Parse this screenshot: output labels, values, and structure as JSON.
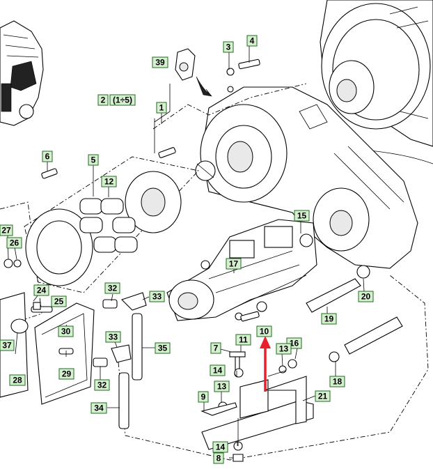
{
  "callouts": {
    "c1": "1",
    "c2": "2",
    "c2_range": "(1÷5)",
    "c3": "3",
    "c4": "4",
    "c5": "5",
    "c6": "6",
    "c7": "7",
    "c8": "8",
    "c9": "9",
    "c10": "10",
    "c11": "11",
    "c12": "12",
    "c13a": "13",
    "c13b": "13",
    "c14a": "14",
    "c14b": "14",
    "c15": "15",
    "c16": "16",
    "c17": "17",
    "c18": "18",
    "c19": "19",
    "c20": "20",
    "c21": "21",
    "c24": "24",
    "c25": "25",
    "c26": "26",
    "c27": "27",
    "c28": "28",
    "c29": "29",
    "c30": "30",
    "c32a": "32",
    "c32b": "32",
    "c33a": "33",
    "c33b": "33",
    "c34": "34",
    "c35": "35",
    "c37": "37",
    "c39": "39"
  },
  "colors": {
    "callout_fill": "#d6efd0",
    "callout_border": "#1f6b1f",
    "highlight_arrow": "#e8202a"
  }
}
